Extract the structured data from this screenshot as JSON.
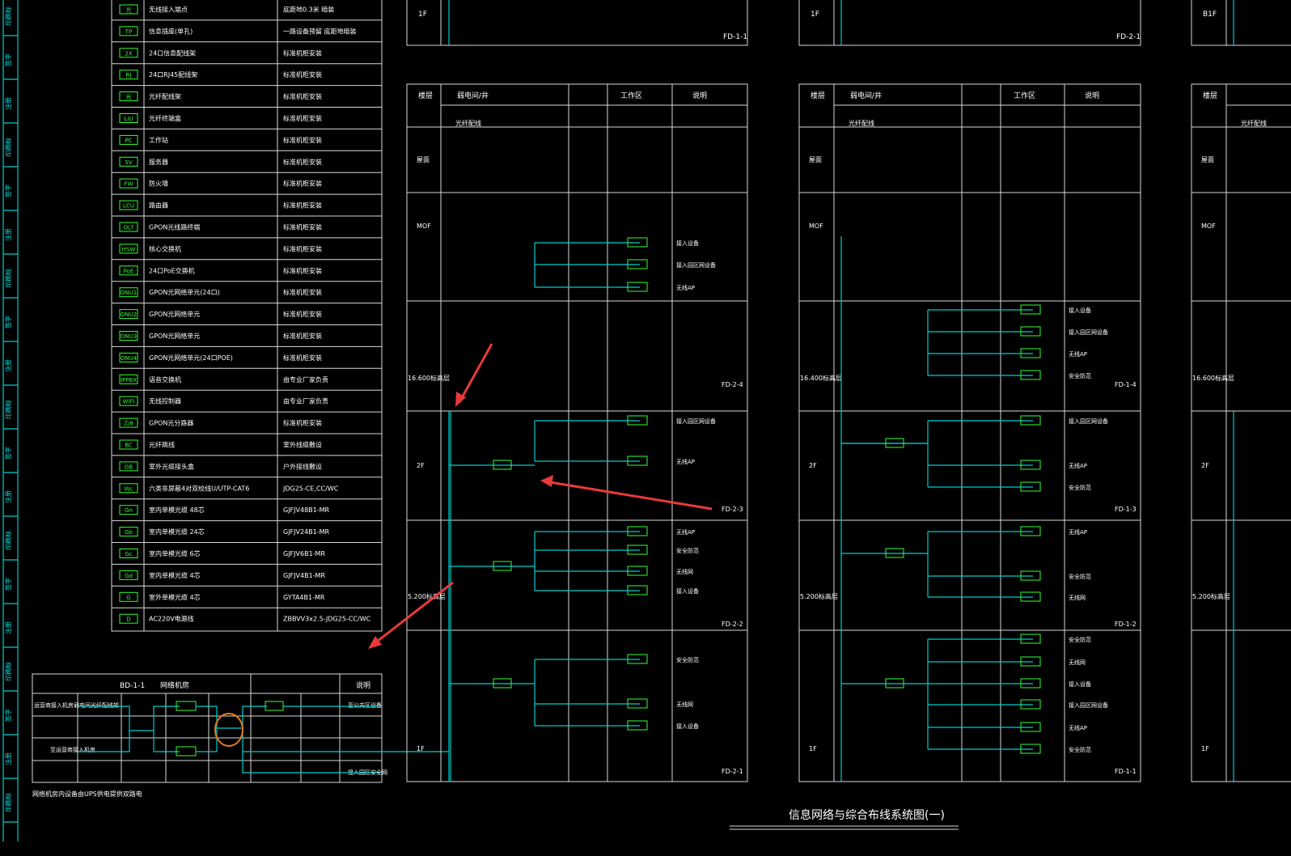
{
  "drawing_title": "信息网络与综合布线系统图(一)",
  "side_labels": [
    "印刷标",
    "签字",
    "注册"
  ],
  "legend": {
    "rows": [
      {
        "sym": "光",
        "desc": "无线接入端点",
        "note": "底距地0.3米 暗装"
      },
      {
        "sym": "TP",
        "desc": "信息插座(单孔)",
        "note": "一路设备预留 底距地暗装"
      },
      {
        "sym": "2X",
        "desc": "24口信息配线架",
        "note": "标准机柜安装"
      },
      {
        "sym": "RJ",
        "desc": "24口RJ45配线架",
        "note": "标准机柜安装"
      },
      {
        "sym": "光",
        "desc": "光纤配线架",
        "note": "标准机柜安装"
      },
      {
        "sym": "LIU",
        "desc": "光纤终端盒",
        "note": "标准机柜安装"
      },
      {
        "sym": "PC",
        "desc": "工作站",
        "note": "标准机柜安装"
      },
      {
        "sym": "SV",
        "desc": "服务器",
        "note": "标准机柜安装"
      },
      {
        "sym": "FW",
        "desc": "防火墙",
        "note": "标准机柜安装"
      },
      {
        "sym": "LCU",
        "desc": "路由器",
        "note": "标准机柜安装"
      },
      {
        "sym": "OLT",
        "desc": "GPON光线路终端",
        "note": "标准机柜安装"
      },
      {
        "sym": "HSW",
        "desc": "核心交换机",
        "note": "标准机柜安装"
      },
      {
        "sym": "PoE",
        "desc": "24口PoE交换机",
        "note": "标准机柜安装"
      },
      {
        "sym": "ONU1",
        "desc": "GPON光网络单元(24口)",
        "note": "标准机柜安装"
      },
      {
        "sym": "ONU2",
        "desc": "GPON光网络单元",
        "note": "标准机柜安装"
      },
      {
        "sym": "ONU3",
        "desc": "GPON光网络单元",
        "note": "标准机柜安装"
      },
      {
        "sym": "ONU4",
        "desc": "GPON光网络单元(24口POE)",
        "note": "标准机柜安装"
      },
      {
        "sym": "IPPBX",
        "desc": "语音交换机",
        "note": "由专业厂家负责"
      },
      {
        "sym": "WIFI",
        "desc": "无线控制器",
        "note": "由专业厂家负责"
      },
      {
        "sym": "Z/8",
        "desc": "GPON光分路器",
        "note": "标准机柜安装"
      },
      {
        "sym": "BC",
        "desc": "光纤跳线",
        "note": "室外线缆敷设"
      },
      {
        "sym": "GB",
        "desc": "室外光缆接头盒",
        "note": "户外接线敷设"
      },
      {
        "sym": "Wc",
        "desc": "六类非屏蔽4对双绞线U/UTP-CAT6",
        "note": "JDG25-CE,CC/WC"
      },
      {
        "sym": "Gn",
        "desc": "室内单模光缆 48芯",
        "note": "GJFJV48B1-MR"
      },
      {
        "sym": "Gb",
        "desc": "室内单模光缆 24芯",
        "note": "GJFJV24B1-MR"
      },
      {
        "sym": "Gc",
        "desc": "室内单模光缆 6芯",
        "note": "GJFJV6B1-MR"
      },
      {
        "sym": "Gd",
        "desc": "室内单模光缆 4芯",
        "note": "GJFJV4B1-MR"
      },
      {
        "sym": "G",
        "desc": "室外单模光缆 4芯",
        "note": "GYTA4B1-MR"
      },
      {
        "sym": "D",
        "desc": "AC220V电源线",
        "note": "ZBBVV3x2.5-JDG25-CC/WC"
      }
    ]
  },
  "bd_table": {
    "header": [
      "BD-1-1",
      "网络机房",
      "说明"
    ],
    "rows": [
      "运营商接入机房弱电间光纤配线架",
      "至运营商接入机房",
      "至公共区设备",
      "接入园区安全网"
    ],
    "footnote": "网络机房内设备由UPS供电提供双路电"
  },
  "panels": [
    {
      "id": "FD-2",
      "header": [
        "楼层",
        "弱电间/井",
        "工作区",
        "说明"
      ],
      "subheader": "光纤配线",
      "floors": [
        "屋面",
        "MOF",
        "16.600标高层",
        "2F",
        "5.200标高层",
        "1F"
      ],
      "fd_labels": [
        "FD-2-4",
        "FD-2-3",
        "FD-2-2",
        "FD-2-1"
      ],
      "top_label": "FD-1-1",
      "top_floor": "1F"
    },
    {
      "id": "FD-1",
      "header": [
        "楼层",
        "弱电间/井",
        "工作区",
        "说明"
      ],
      "subheader": "光纤配线",
      "floors": [
        "屋面",
        "MOF",
        "16.400标高层",
        "2F",
        "5.200标高层",
        "1F"
      ],
      "fd_labels": [
        "FD-1-4",
        "FD-1-3",
        "FD-1-2",
        "FD-1-1"
      ],
      "top_label": "FD-2-1",
      "top_floor": "1F"
    },
    {
      "id": "FD-3",
      "header": [
        "楼层",
        "",
        "",
        ""
      ],
      "subheader": "光纤配线",
      "floors": [
        "屋面",
        "MOF",
        "16.600标高层",
        "2F",
        "5.200标高层",
        "1F"
      ],
      "top_floor": "B1F"
    }
  ],
  "branch_notes": {
    "access_device": "接入设备",
    "access_network": "接入园区网设备",
    "wireless_ap": "无线AP",
    "security": "安全防范",
    "wifi": "无线网"
  }
}
